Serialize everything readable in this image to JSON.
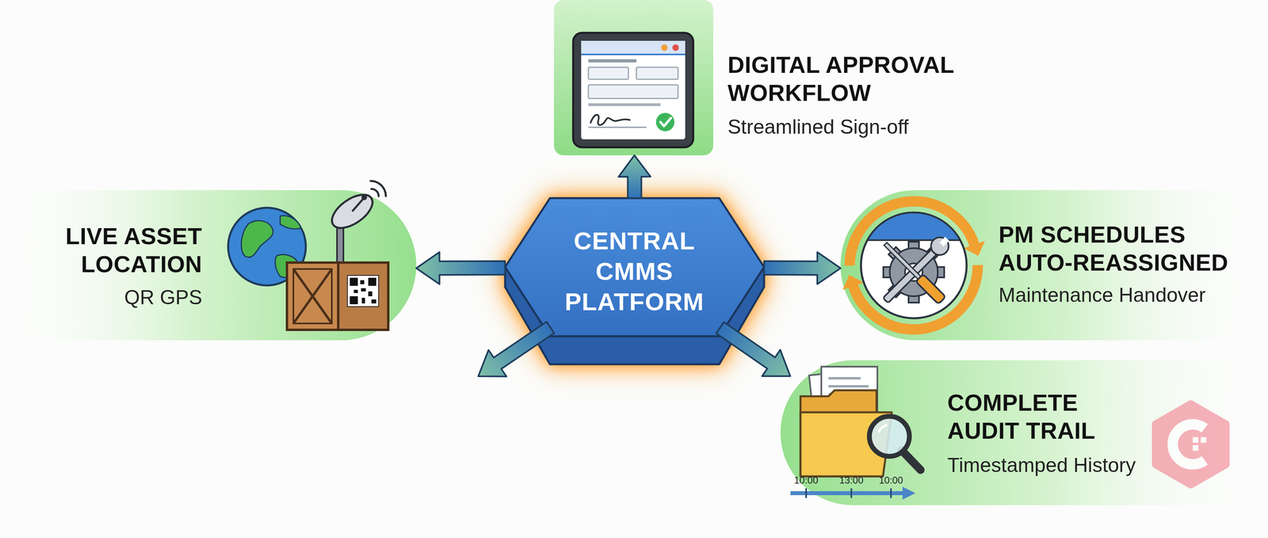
{
  "diagram": {
    "nodes": [
      {
        "text": [
          "DIGITAL APPROVAL WORKFLOW",
          "Streamlined Sign-off"
        ]
      },
      {
        "text": [
          "LIVE ASSET LOCATION",
          "QR GPS"
        ]
      },
      {
        "text": [
          "CENTRAL CMMS PLATFORM"
        ]
      },
      {
        "text": [
          "PM SCHEDULES AUTO-REASSIGNED",
          "Maintenance Handover"
        ]
      },
      {
        "text": [
          "COMPLETE AUDIT TRAIL",
          "Timestamped History"
        ]
      }
    ],
    "edges": [
      {
        "from": 2,
        "to": 0,
        "arrow": "to"
      },
      {
        "from": 2,
        "to": 1,
        "arrow": "to"
      },
      {
        "from": 2,
        "to": 3,
        "arrow": "to"
      },
      {
        "from": 2,
        "to": 4,
        "arrow": "to"
      }
    ],
    "labels": [
      "10:00",
      "13:00",
      "10:00"
    ]
  }
}
